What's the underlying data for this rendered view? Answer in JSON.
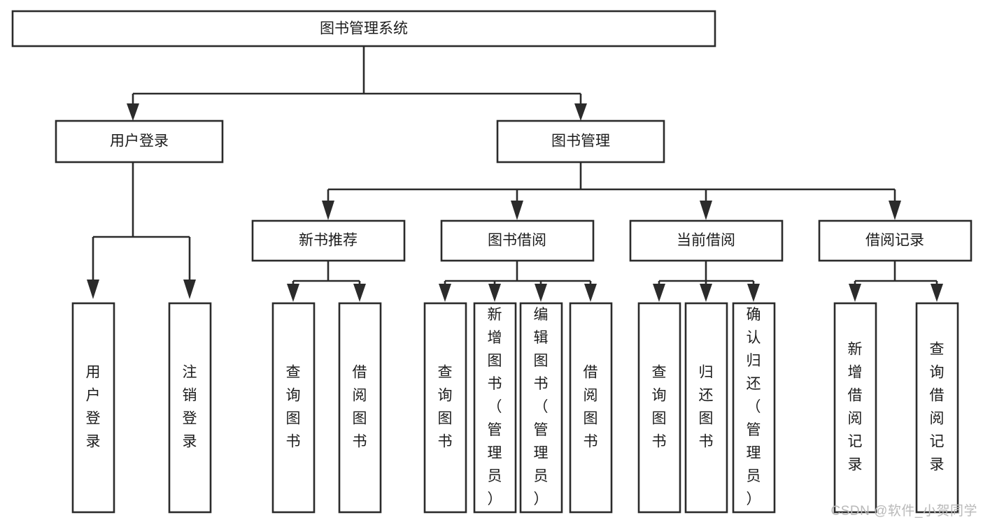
{
  "diagram": {
    "type": "tree-hierarchy",
    "title": "图书管理系统",
    "watermark": "CSDN @软件_小贺同学",
    "colors": {
      "box_stroke": "#2b2b2b",
      "box_fill": "#ffffff",
      "text": "#1c1c1c",
      "background": "#ffffff",
      "watermark": "#b9b9b9"
    },
    "root": {
      "label": "图书管理系统"
    },
    "level2": [
      {
        "label": "用户登录"
      },
      {
        "label": "图书管理"
      }
    ],
    "level3": [
      {
        "label": "新书推荐"
      },
      {
        "label": "图书借阅"
      },
      {
        "label": "当前借阅"
      },
      {
        "label": "借阅记录"
      }
    ],
    "leaves": {
      "user_login": [
        {
          "label": "用户登录"
        },
        {
          "label": "注销登录"
        }
      ],
      "new_book_recommend": [
        {
          "label": "查询图书"
        },
        {
          "label": "借阅图书"
        }
      ],
      "book_borrow": [
        {
          "label": "查询图书"
        },
        {
          "label": "新增图书（管理员）"
        },
        {
          "label": "编辑图书（管理员）"
        },
        {
          "label": "借阅图书"
        }
      ],
      "current_borrow": [
        {
          "label": "查询图书"
        },
        {
          "label": "归还图书"
        },
        {
          "label": "确认归还（管理员）"
        }
      ],
      "borrow_record": [
        {
          "label": "新增借阅记录"
        },
        {
          "label": "查询借阅记录"
        }
      ]
    }
  }
}
